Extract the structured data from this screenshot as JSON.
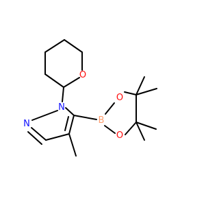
{
  "molecule": {
    "atoms": {
      "N1": {
        "symbol": "N",
        "color": "#1010ff"
      },
      "N2": {
        "symbol": "N",
        "color": "#1010ff"
      },
      "O_thp": {
        "symbol": "O",
        "color": "#ff0d0d"
      },
      "B": {
        "symbol": "B",
        "color": "#ff9d6e"
      },
      "O_b1": {
        "symbol": "O",
        "color": "#ff0d0d"
      },
      "O_b2": {
        "symbol": "O",
        "color": "#ff0d0d"
      }
    },
    "bond_color": "#000000"
  }
}
